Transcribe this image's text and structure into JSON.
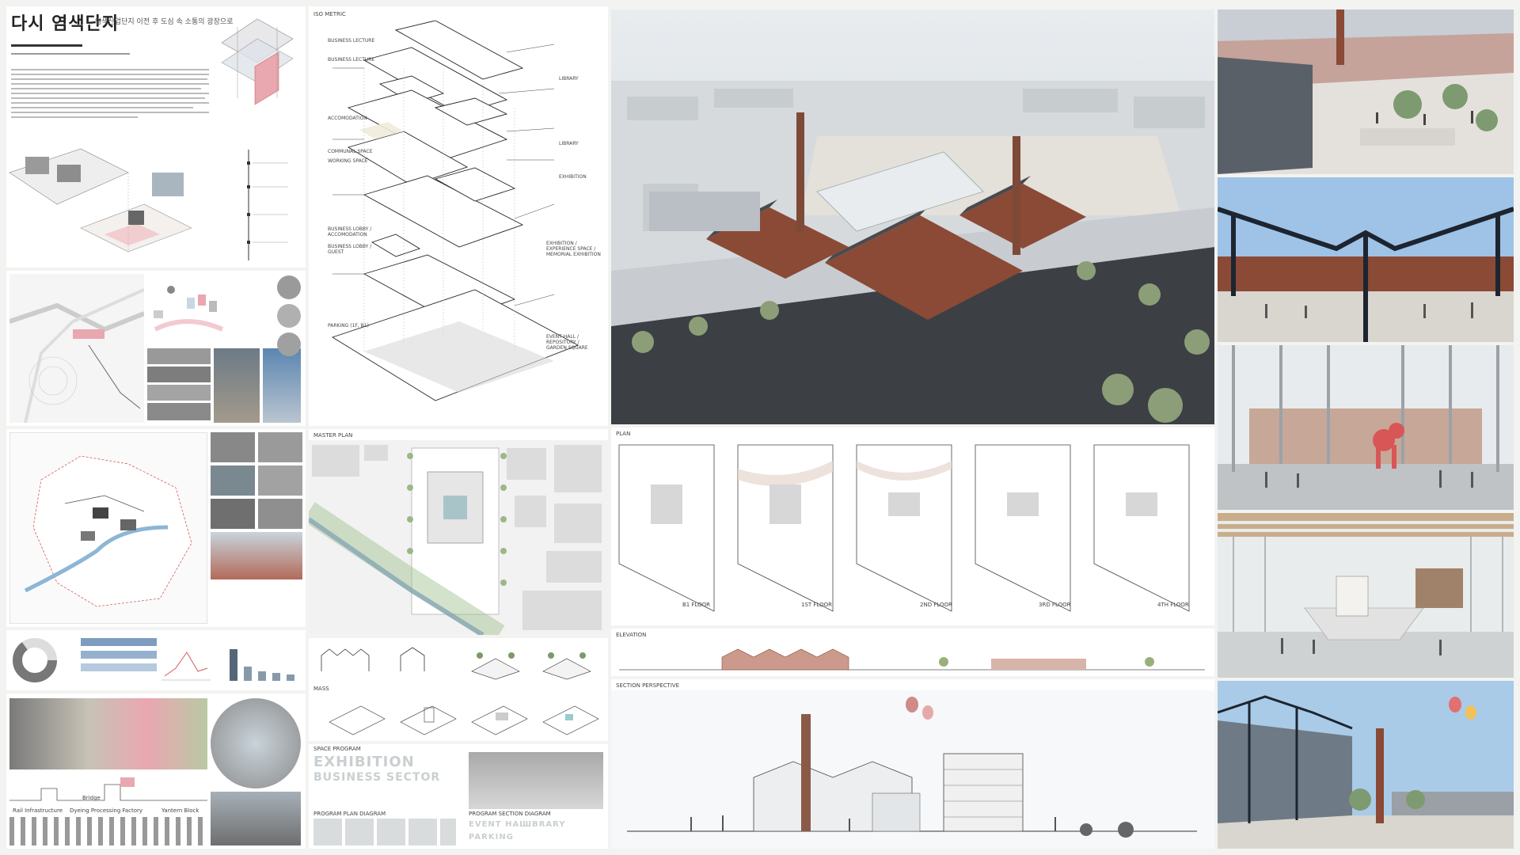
{
  "header": {
    "title": "다시 염색단지",
    "subtitle": "염색산업단지 이전 후 도심 속 소통의 광장으로"
  },
  "labels": {
    "isometric": "ISO METRIC",
    "master_plan": "MASTER PLAN",
    "plan": "PLAN",
    "elevation": "ELEVATION",
    "section_perspective": "SECTION PERSPECTIVE",
    "space_program": "SPACE PROGRAM",
    "program_plan_diagram": "PROGRAM PLAN DIAGRAM",
    "program_section_diagram": "PROGRAM SECTION DIAGRAM",
    "nass": "MASS"
  },
  "program_words": {
    "exhibition": "EXHIBITION",
    "business_sector": "BUSINESS SECTOR",
    "event_hall": "EVENT HALL",
    "library": "LIBRARY",
    "parking": "PARKING"
  },
  "iso_labels": [
    "BUSINESS LECTURE",
    "BUSINESS LECTURE",
    "ACCOMODATION",
    "LIBRARY",
    "COMMUNAL SPACE",
    "WORKING SPACE",
    "LIBRARY",
    "EXHIBITION",
    "BUSINESS LOBBY / ACCOMODATION",
    "BUSINESS LOBBY / GUEST",
    "EXHIBITION / EXPERIENCE SPACE / MEMORIAL EXHIBITION",
    "PARKING (1F, B1)",
    "EVENT HALL / REPOSITORY / GARDEN SQUARE"
  ],
  "diagram_labels": {
    "rail": "Rail Infrastructure",
    "dyeing": "Dyeing Processing Factory",
    "bridge": "Bridge",
    "yard": "Yantern Block"
  },
  "plan_floors": [
    "B1 FLOOR",
    "1st FLOOR",
    "2nd FLOOR",
    "3rd FLOOR",
    "4th FLOOR"
  ],
  "colors": {
    "brick": "#8a4a36",
    "sky": "#9fc3e6",
    "accent_red": "#d84a4a",
    "accent_pink": "#e9a7b0"
  }
}
